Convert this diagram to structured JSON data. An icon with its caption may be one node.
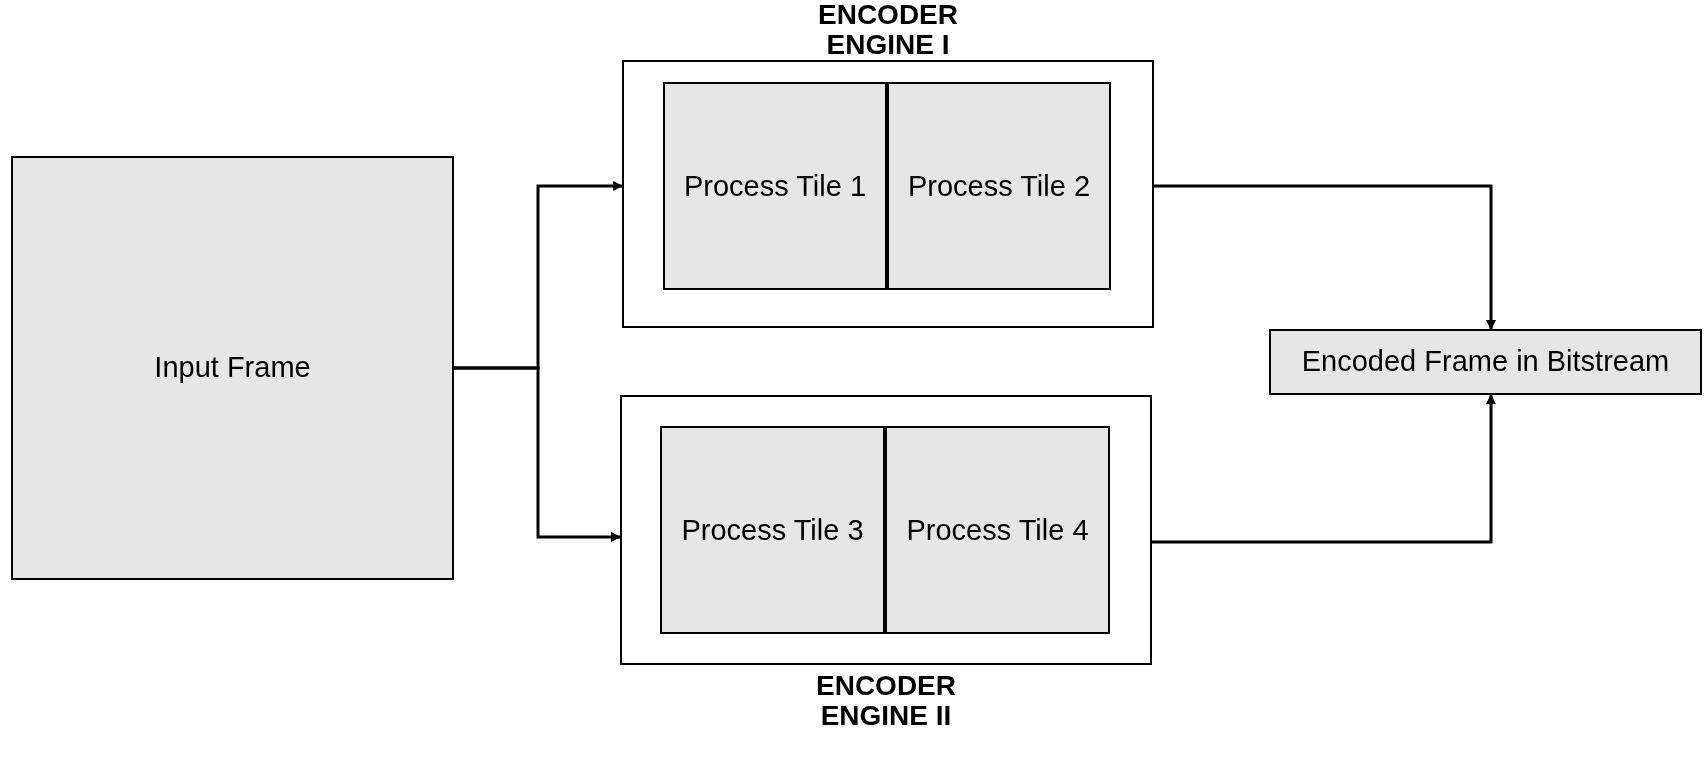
{
  "diagram": {
    "nodes": [
      {
        "text": [
          "Input Frame"
        ]
      },
      {
        "text": [
          "ENCODER ENGINE I"
        ]
      },
      {
        "text": [
          "Process Tile 1"
        ],
        "in": 1
      },
      {
        "text": [
          "Process Tile 2"
        ],
        "in": 1
      },
      {
        "text": [
          "ENCODER ENGINE II"
        ]
      },
      {
        "text": [
          "Process Tile 3"
        ],
        "in": 4
      },
      {
        "text": [
          "Process Tile 4"
        ],
        "in": 4
      },
      {
        "text": [
          "Encoded Frame in Bitstream"
        ]
      }
    ],
    "edges": [
      {
        "from": 0,
        "to": 1,
        "arrow": "to"
      },
      {
        "from": 0,
        "to": 4,
        "arrow": "to"
      },
      {
        "from": 1,
        "to": 7,
        "arrow": "to"
      },
      {
        "from": 4,
        "to": 7,
        "arrow": "to"
      }
    ]
  }
}
